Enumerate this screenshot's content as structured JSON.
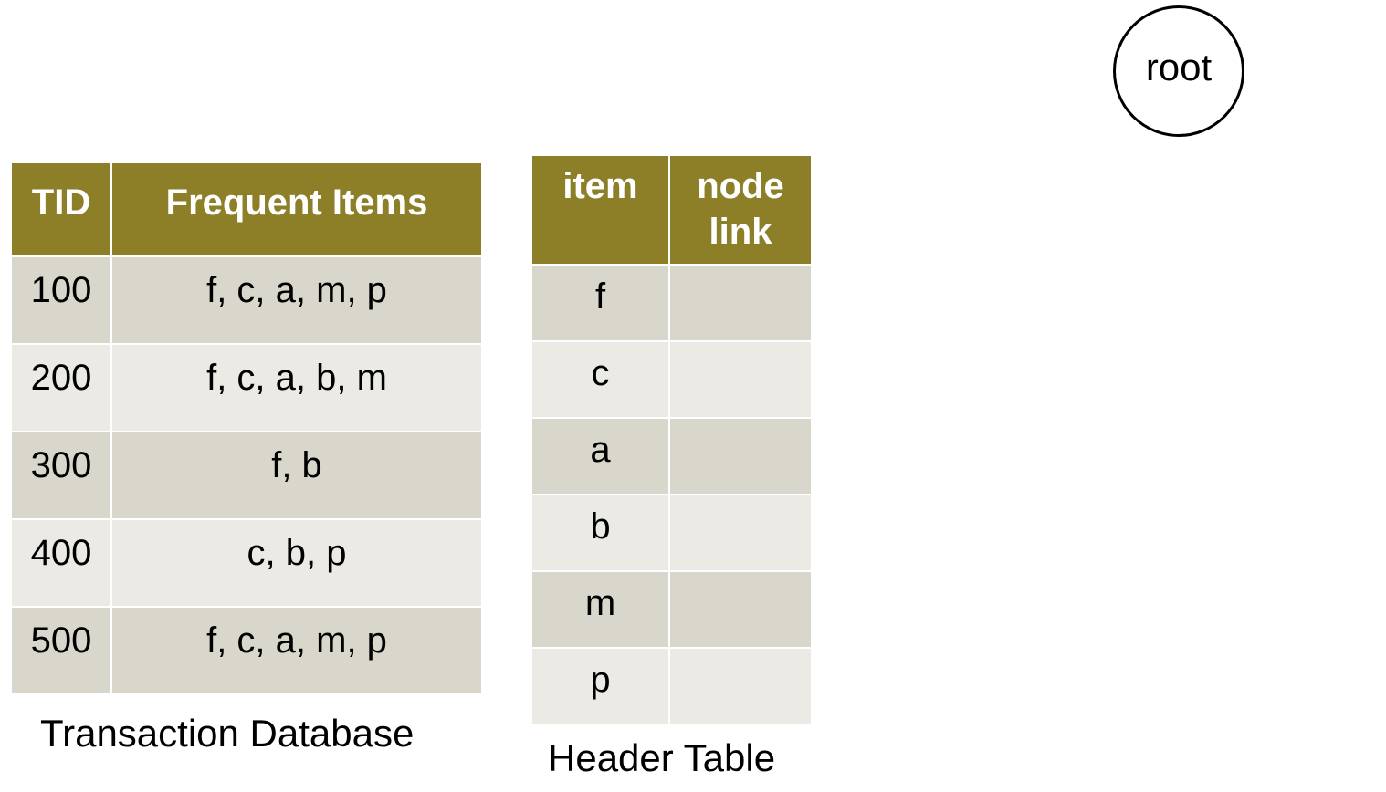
{
  "transaction_table": {
    "headers": {
      "tid": "TID",
      "items": "Frequent Items"
    },
    "rows": [
      {
        "tid": "100",
        "items": "f, c, a, m, p"
      },
      {
        "tid": "200",
        "items": "f, c, a, b, m"
      },
      {
        "tid": "300",
        "items": "f, b"
      },
      {
        "tid": "400",
        "items": "c, b, p"
      },
      {
        "tid": "500",
        "items": "f, c, a, m, p"
      }
    ],
    "caption": "Transaction Database"
  },
  "header_table": {
    "headers": {
      "item": "item",
      "node_link_line1": "node",
      "node_link_line2": "link"
    },
    "rows": [
      {
        "item": "f",
        "node_link": ""
      },
      {
        "item": "c",
        "node_link": ""
      },
      {
        "item": "a",
        "node_link": ""
      },
      {
        "item": "b",
        "node_link": ""
      },
      {
        "item": "m",
        "node_link": ""
      },
      {
        "item": "p",
        "node_link": ""
      }
    ],
    "caption": "Header Table"
  },
  "tree": {
    "root_label": "root"
  },
  "colors": {
    "header_fill": "#8c7f28",
    "row_dark": "#d9d6cb",
    "row_light": "#ebeae5"
  }
}
